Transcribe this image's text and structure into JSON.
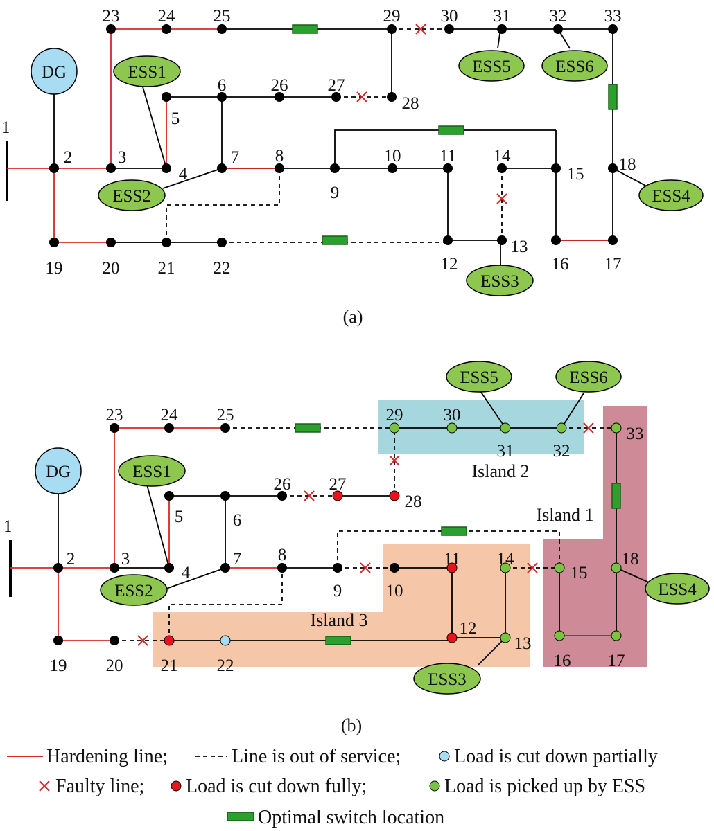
{
  "panels": {
    "a": {
      "caption": "(a)",
      "components": {
        "dg": "DG",
        "ess1": "ESS1",
        "ess2": "ESS2",
        "ess3": "ESS3",
        "ess4": "ESS4",
        "ess5": "ESS5",
        "ess6": "ESS6"
      },
      "source_bus": "1",
      "nodes": [
        "2",
        "3",
        "4",
        "5",
        "6",
        "7",
        "8",
        "9",
        "10",
        "11",
        "12",
        "13",
        "14",
        "15",
        "16",
        "17",
        "18",
        "19",
        "20",
        "21",
        "22",
        "23",
        "24",
        "25",
        "26",
        "27",
        "28",
        "29",
        "30",
        "31",
        "32",
        "33"
      ]
    },
    "b": {
      "caption": "(b)",
      "components": {
        "dg": "DG",
        "ess1": "ESS1",
        "ess2": "ESS2",
        "ess3": "ESS3",
        "ess4": "ESS4",
        "ess5": "ESS5",
        "ess6": "ESS6"
      },
      "source_bus": "1",
      "nodes": [
        "2",
        "3",
        "4",
        "5",
        "6",
        "7",
        "8",
        "9",
        "10",
        "11",
        "12",
        "13",
        "14",
        "15",
        "16",
        "17",
        "18",
        "19",
        "20",
        "21",
        "22",
        "23",
        "24",
        "25",
        "26",
        "27",
        "28",
        "29",
        "30",
        "31",
        "32",
        "33"
      ],
      "islands": {
        "island1": "Island 1",
        "island2": "Island 2",
        "island3": "Island 3"
      }
    }
  },
  "legend": {
    "hardening": "Hardening line;",
    "out_of_service": "Line is out of service;",
    "partial": "Load is cut down partially",
    "faulty": "Faulty line;",
    "fully": "Load is cut down fully;",
    "picked": "Load is picked up by ESS",
    "switch": "Optimal switch location"
  },
  "colors": {
    "hardening_line": "#d62728",
    "normal_line": "#000000",
    "fault_mark": "#d62728",
    "switch_fill": "#2ca02c",
    "ess_fill": "#8dc74f",
    "dg_fill": "#a8dcf2",
    "node_normal": "#000000",
    "node_cut_fully": "#e8141b",
    "node_cut_partially": "#a8dcf2",
    "node_picked_up": "#7cc242",
    "island1_bg": "#cf8a97",
    "island2_bg": "#a6d6de",
    "island3_bg": "#f6c6a8"
  }
}
